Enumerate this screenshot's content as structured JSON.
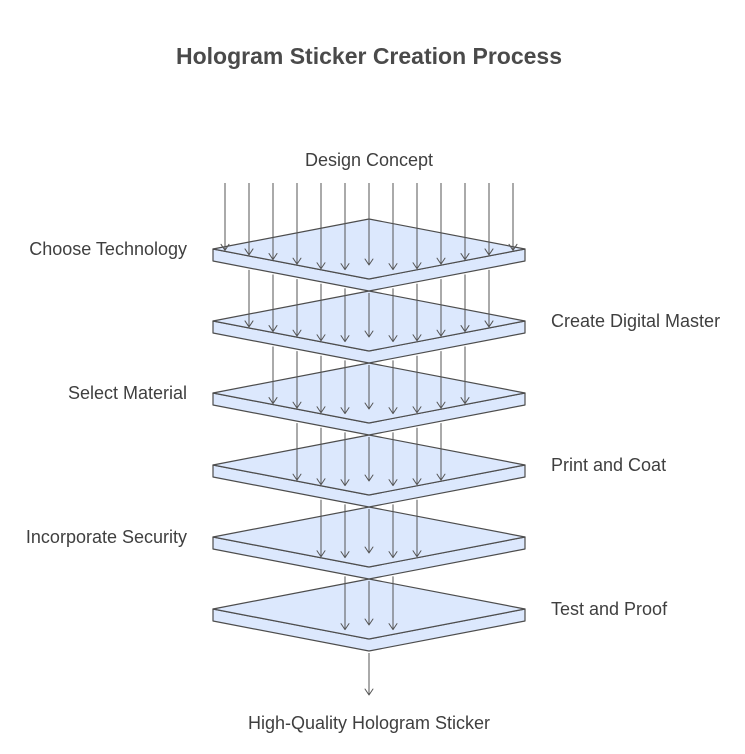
{
  "title": "Hologram Sticker Creation Process",
  "input_label": "Design Concept",
  "output_label": "High-Quality Hologram Sticker",
  "steps": [
    {
      "label": "Choose Technology",
      "side": "left"
    },
    {
      "label": "Create Digital Master",
      "side": "right"
    },
    {
      "label": "Select Material",
      "side": "left"
    },
    {
      "label": "Print and Coat",
      "side": "right"
    },
    {
      "label": "Incorporate Security",
      "side": "left"
    },
    {
      "label": "Test and Proof",
      "side": "right"
    }
  ],
  "colors": {
    "plate_fill": "#dce8fd",
    "outline": "#4d4d4d",
    "text": "#3f3f3f",
    "title": "#4a4a4a"
  }
}
